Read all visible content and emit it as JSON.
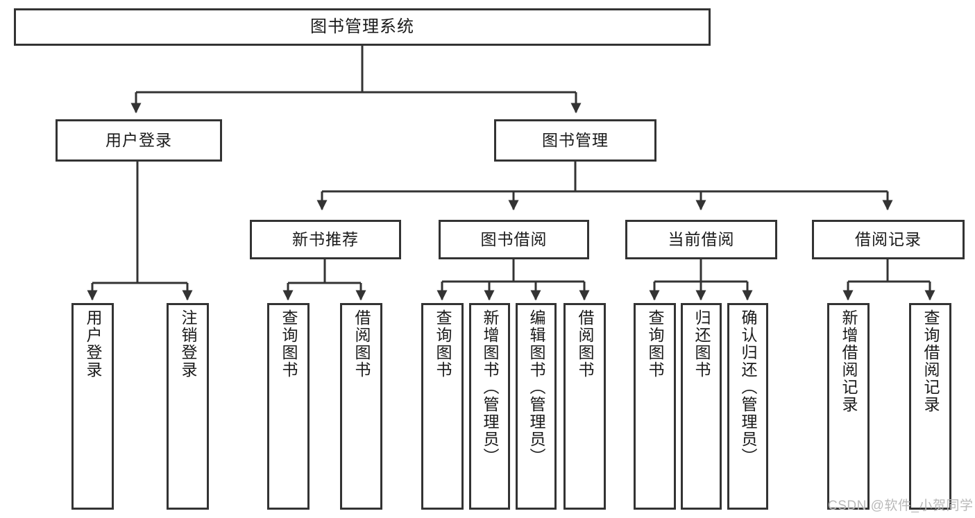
{
  "diagram": {
    "type": "tree-hierarchy-chart",
    "title": "图书管理系统",
    "watermark": "CSDN @软件_小贺同学",
    "colors": {
      "border": "#333333",
      "background": "#ffffff",
      "text": "#1a1a1a",
      "connector": "#333333",
      "watermark": "#b9b9b9"
    },
    "levels": {
      "level1": [
        {
          "id": "root",
          "label": "图书管理系统"
        }
      ],
      "level2": [
        {
          "id": "user-login",
          "label": "用户登录"
        },
        {
          "id": "book-manage",
          "label": "图书管理"
        }
      ],
      "level3": [
        {
          "id": "new-book-rec",
          "label": "新书推荐",
          "parent": "book-manage"
        },
        {
          "id": "book-borrow",
          "label": "图书借阅",
          "parent": "book-manage"
        },
        {
          "id": "current-borrow",
          "label": "当前借阅",
          "parent": "book-manage"
        },
        {
          "id": "borrow-record",
          "label": "借阅记录",
          "parent": "book-manage"
        }
      ],
      "level4": [
        {
          "id": "leaf-1",
          "label": "用户登录",
          "parent": "user-login"
        },
        {
          "id": "leaf-2",
          "label": "注销登录",
          "parent": "user-login"
        },
        {
          "id": "leaf-3",
          "label": "查询图书",
          "parent": "new-book-rec"
        },
        {
          "id": "leaf-4",
          "label": "借阅图书",
          "parent": "new-book-rec"
        },
        {
          "id": "leaf-5",
          "label": "查询图书",
          "parent": "book-borrow"
        },
        {
          "id": "leaf-6",
          "label": "新增图书（管理员）",
          "parent": "book-borrow"
        },
        {
          "id": "leaf-7",
          "label": "编辑图书（管理员）",
          "parent": "book-borrow"
        },
        {
          "id": "leaf-8",
          "label": "借阅图书",
          "parent": "book-borrow"
        },
        {
          "id": "leaf-9",
          "label": "查询图书",
          "parent": "current-borrow"
        },
        {
          "id": "leaf-10",
          "label": "归还图书",
          "parent": "current-borrow"
        },
        {
          "id": "leaf-11",
          "label": "确认归还（管理员）",
          "parent": "current-borrow"
        },
        {
          "id": "leaf-12",
          "label": "新增借阅记录",
          "parent": "borrow-record"
        },
        {
          "id": "leaf-13",
          "label": "查询借阅记录",
          "parent": "borrow-record"
        }
      ]
    }
  }
}
